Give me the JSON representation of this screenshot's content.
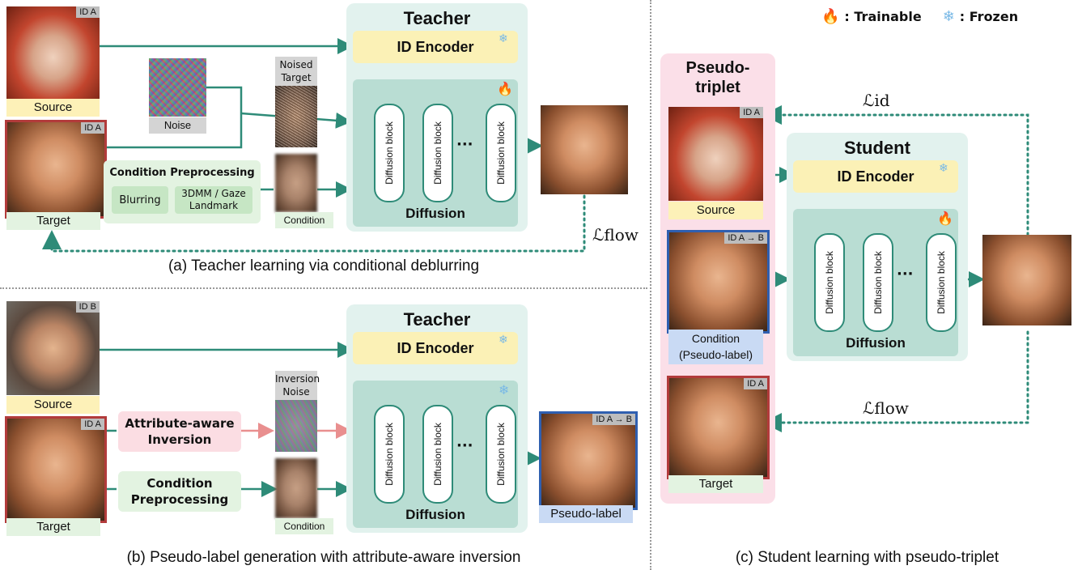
{
  "legend": {
    "trainable": ": Trainable",
    "frozen": ": Frozen",
    "trainable_icon": "fire-icon",
    "frozen_icon": "snowflake-icon"
  },
  "colors": {
    "teal": "#2e8b78",
    "source_yellow": "#fdf1b8",
    "target_green": "#e3f3e1",
    "pseudo_blue": "#c9daf4",
    "pink_panel": "#fbdfe8",
    "target_border": "#b23b3b",
    "pseudo_border": "#2f5fb0"
  },
  "panel_a": {
    "teacher_title": "Teacher",
    "id_encoder": "ID Encoder",
    "diffusion": "Diffusion",
    "block_label": "Diffusion block",
    "dots": "···",
    "source_tag": "ID A",
    "source_label": "Source",
    "target_tag": "ID A",
    "target_label": "Target",
    "noise_label": "Noise",
    "noised_target_label": "Noised\nTarget",
    "condition_label": "Condition",
    "cond_pre_title": "Condition Preprocessing",
    "blurring": "Blurring",
    "landmark": "3DMM / Gaze\nLandmark",
    "loss": "ℒflow",
    "caption": "(a) Teacher learning via conditional deblurring"
  },
  "panel_b": {
    "teacher_title": "Teacher",
    "id_encoder": "ID Encoder",
    "diffusion": "Diffusion",
    "block_label": "Diffusion block",
    "dots": "···",
    "source_tag": "ID B",
    "source_label": "Source",
    "target_tag": "ID A",
    "target_label": "Target",
    "attr_inv": "Attribute-aware\nInversion",
    "cond_pre": "Condition\nPreprocessing",
    "inv_noise_label": "Inversion\nNoise",
    "condition_label": "Condition",
    "pseudo_tag": "ID A → B",
    "pseudo_label": "Pseudo-label",
    "caption": "(b) Pseudo-label generation with attribute-aware inversion"
  },
  "panel_c": {
    "pseudo_triplet": "Pseudo-\ntriplet",
    "student_title": "Student",
    "id_encoder": "ID Encoder",
    "diffusion": "Diffusion",
    "block_label": "Diffusion block",
    "dots": "···",
    "source_tag": "ID A",
    "source_label": "Source",
    "cond_tag": "ID A → B",
    "cond_label": "Condition\n(Pseudo-label)",
    "target_tag": "ID A",
    "target_label": "Target",
    "loss_id": "ℒid",
    "loss_flow": "ℒflow",
    "caption": "(c) Student learning with pseudo-triplet"
  }
}
